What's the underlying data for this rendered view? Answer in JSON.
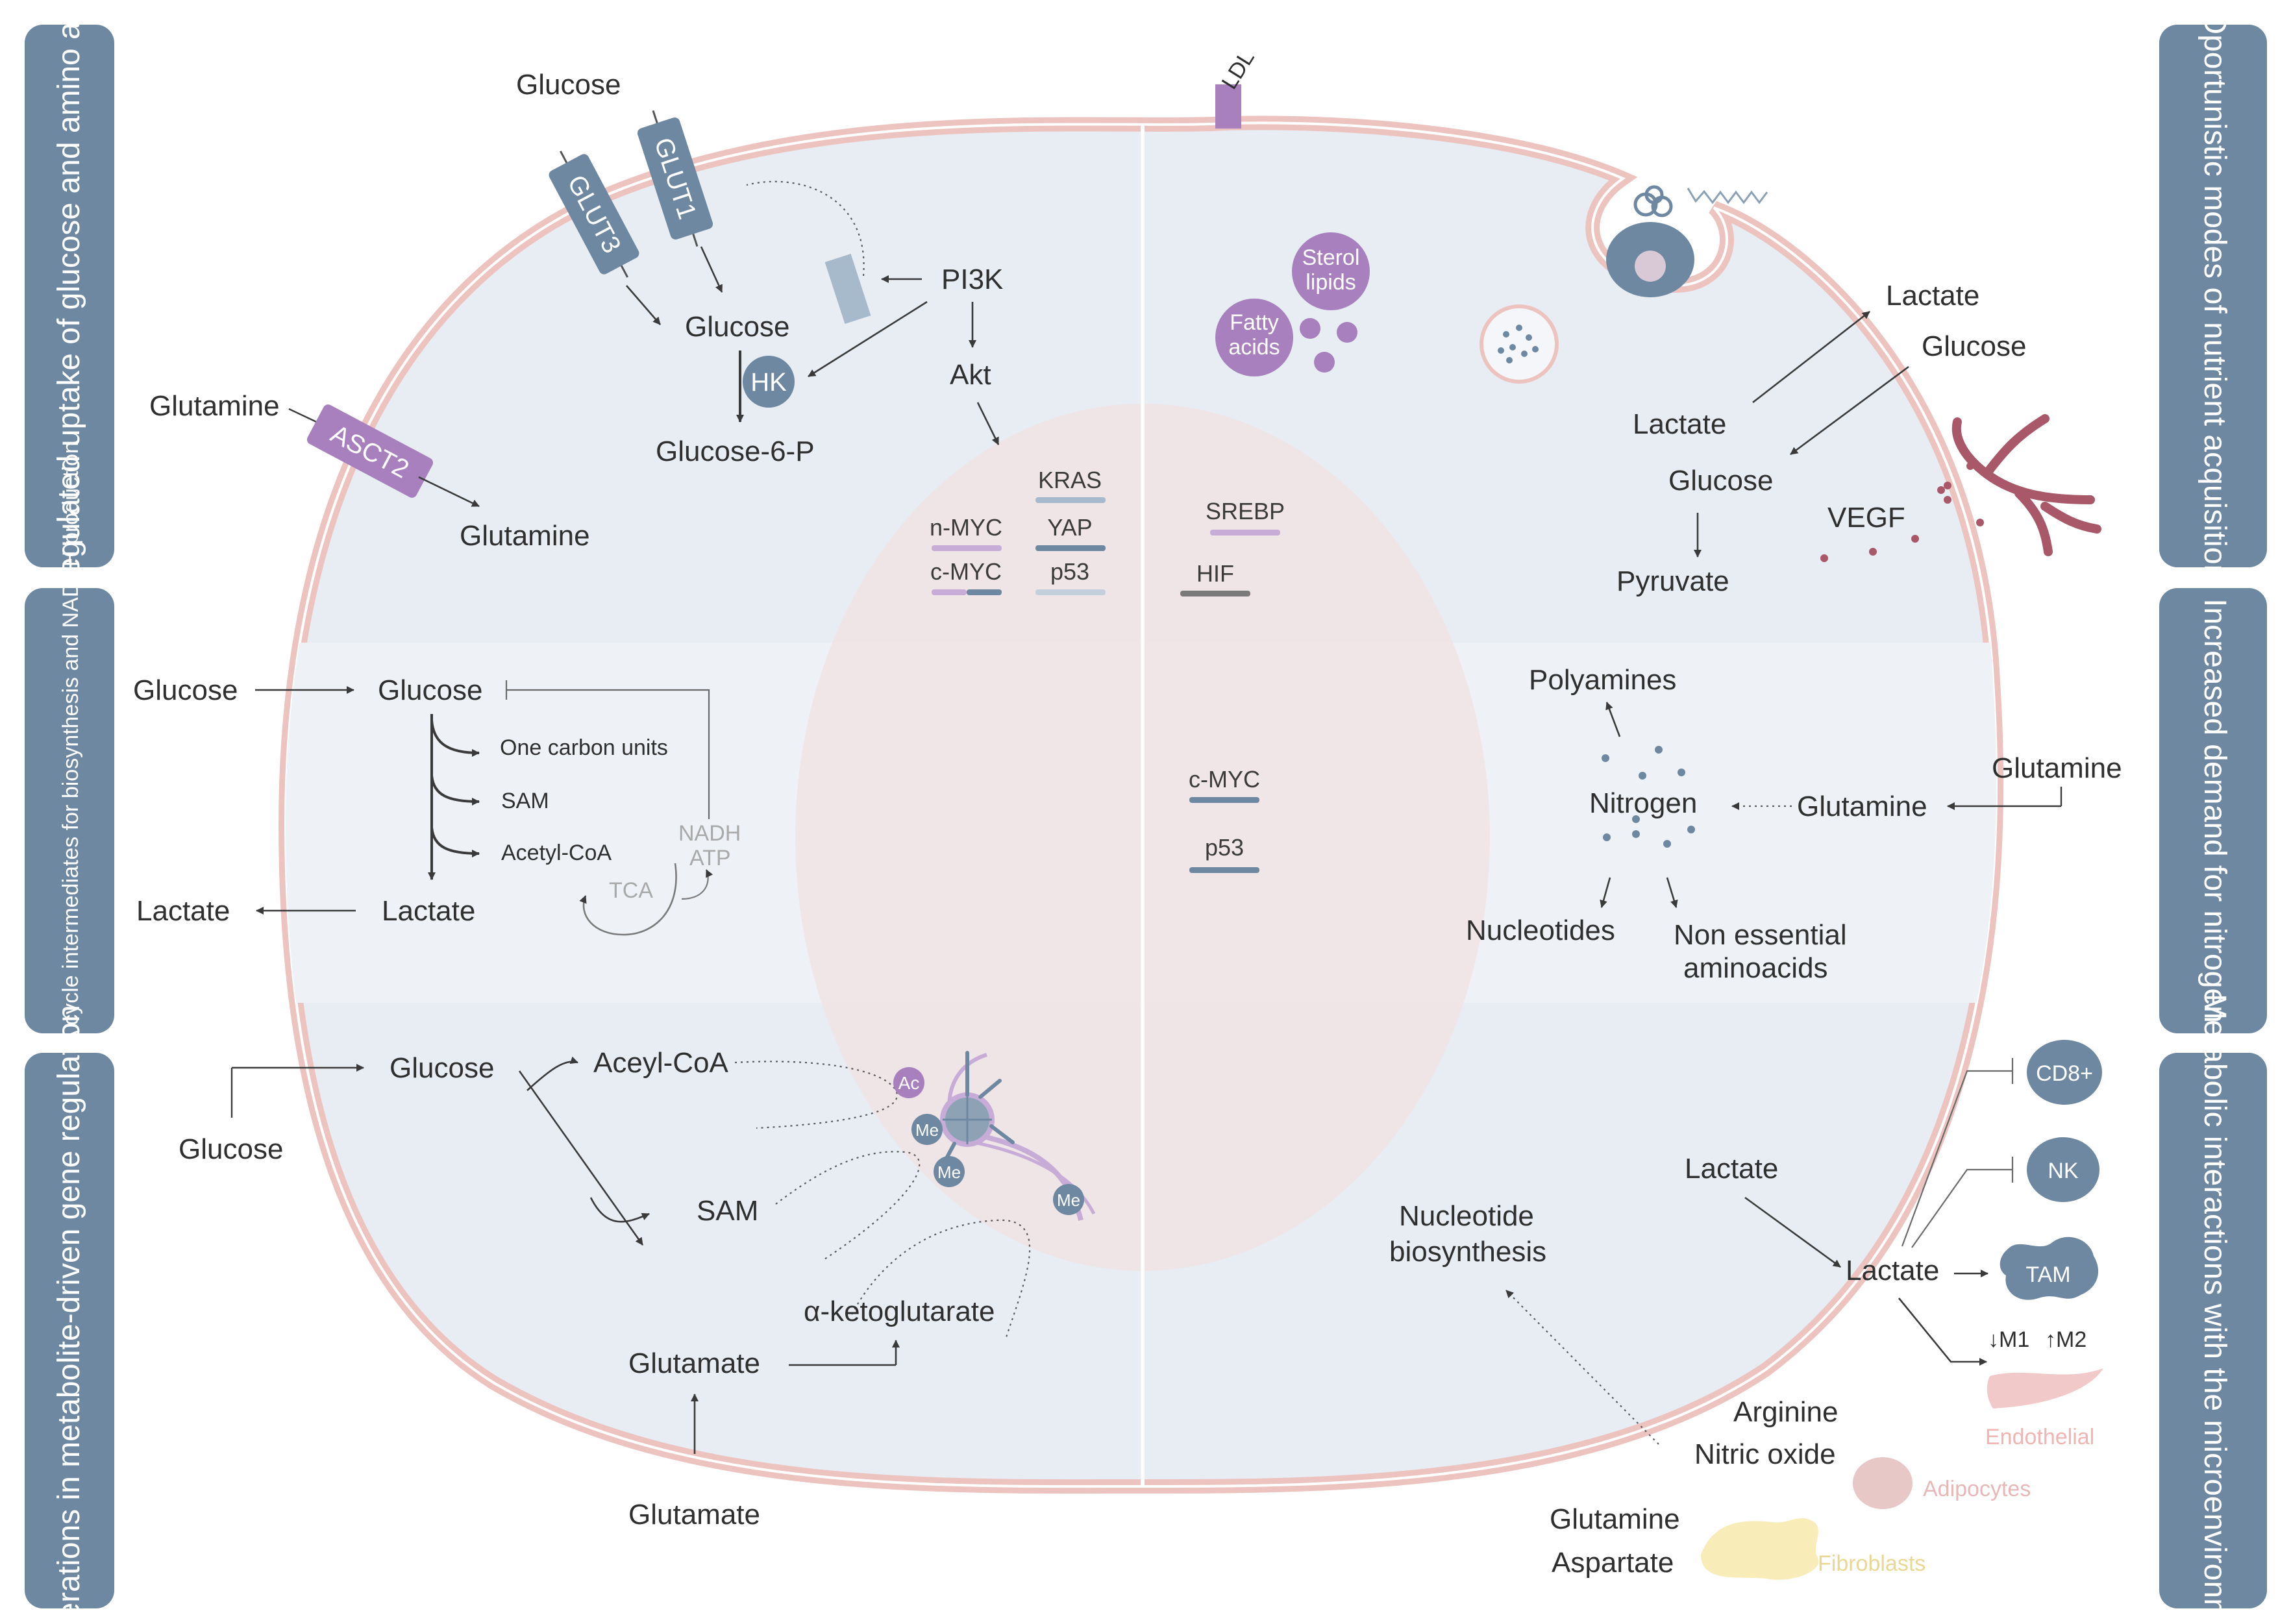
{
  "side_panels": {
    "left_top": "Deregulated uptake of glucose and amino acids",
    "left_middle": "Glycolysis/TCA cycle intermediates for biosynthesis and NADPH production",
    "left_bottom": "Alterations in metabolite-driven gene regulation",
    "right_top": "Oportunistic modes of nutrient acquisition",
    "right_middle": "Increased demand for nitrogen",
    "right_bottom": "Metabolic interactions with the microenvironment"
  },
  "uptake": {
    "glucose_outside": "Glucose",
    "glut1": "GLUT1",
    "glut3": "GLUT3",
    "glucose_inside": "Glucose",
    "hk": "HK",
    "g6p": "Glucose-6-P",
    "pi3k": "PI3K",
    "akt": "Akt",
    "glutamine_outside": "Glutamine",
    "asct2": "ASCT2",
    "glutamine_inside": "Glutamine"
  },
  "nucleus": {
    "kras": "KRAS",
    "nmyc": "n-MYC",
    "yap": "YAP",
    "cmyc": "c-MYC",
    "p53": "p53",
    "srebp": "SREBP",
    "hif": "HIF",
    "cmyc_mid": "c-MYC",
    "p53_mid": "p53"
  },
  "opportunistic": {
    "ldl": "LDL",
    "sterol_lipids": "Sterol lipids",
    "fatty_acids": "Fatty acids",
    "lactate_out": "Lactate",
    "glucose_out": "Glucose",
    "lactate_in": "Lactate",
    "glucose_in": "Glucose",
    "pyruvate": "Pyruvate",
    "vegf": "VEGF"
  },
  "glycolysis": {
    "glucose_out": "Glucose",
    "glucose_in": "Glucose",
    "one_carbon": "One carbon units",
    "sam": "SAM",
    "acetyl_coa": "Acetyl-CoA",
    "lactate_in": "Lactate",
    "lactate_out": "Lactate",
    "tca": "TCA",
    "nadh": "NADH",
    "atp": "ATP"
  },
  "nitrogen": {
    "polyamines": "Polyamines",
    "nitrogen": "Nitrogen",
    "glutamine_in": "Glutamine",
    "glutamine_out": "Glutamine",
    "nucleotides": "Nucleotides",
    "non_essential": "Non essential",
    "aminoacids": "aminoacids"
  },
  "gene_regulation": {
    "glucose_in": "Glucose",
    "glucose_out": "Glucose",
    "aceyl_coa": "Aceyl-CoA",
    "sam": "SAM",
    "akg": "α-ketoglutarate",
    "glutamate_in": "Glutamate",
    "glutamate_out": "Glutamate",
    "ac": "Ac",
    "me": "Me"
  },
  "microenvironment": {
    "nucleotide": "Nucleotide",
    "biosynthesis": "biosynthesis",
    "lactate_out": "Lactate",
    "lactate_in": "Lactate",
    "cd8": "CD8+",
    "nk": "NK",
    "tam": "TAM",
    "m1": "↓M1",
    "m2": "↑M2",
    "endothelial": "Endothelial",
    "arginine": "Arginine",
    "nitric_oxide": "Nitric oxide",
    "adipocytes": "Adipocytes",
    "glutamine": "Glutamine",
    "aspartate": "Aspartate",
    "fibroblasts": "Fibroblasts"
  },
  "colors": {
    "panel": "#6e88a1",
    "membrane": "#e9b8b4",
    "cytoplasm": "#e7edf3",
    "nucleus": "#f3dede",
    "purple": "#a780bd",
    "blue": "#6e88a1",
    "vessel": "#a85868",
    "faint_pink": "#f2c9c9",
    "faint_yellow": "#f8ecb8"
  }
}
